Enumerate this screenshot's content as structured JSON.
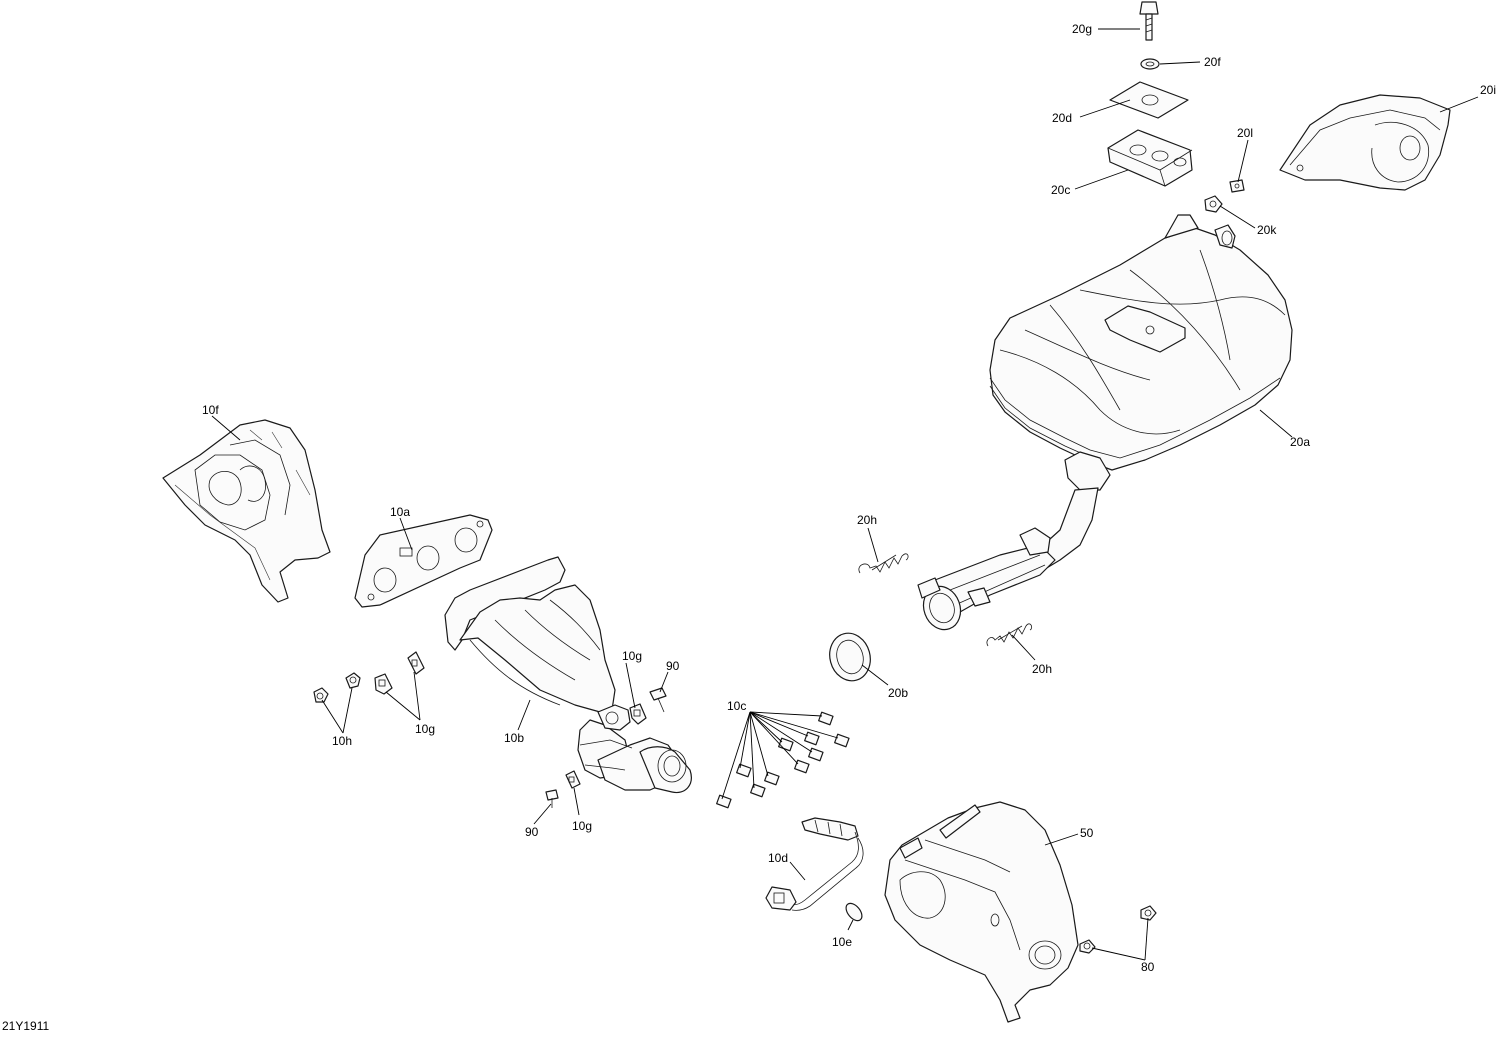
{
  "diagram_id": "21Y1911",
  "callouts": {
    "c10f": "10f",
    "c10a": "10a",
    "c10b": "10b",
    "c10c": "10c",
    "c10d": "10d",
    "c10e": "10e",
    "c10g_a": "10g",
    "c10g_b": "10g",
    "c10g_c": "10g",
    "c10h": "10h",
    "c90_a": "90",
    "c90_b": "90",
    "c20a": "20a",
    "c20b": "20b",
    "c20c": "20c",
    "c20d": "20d",
    "c20f": "20f",
    "c20g": "20g",
    "c20h_a": "20h",
    "c20h_b": "20h",
    "c20i": "20i",
    "c20k": "20k",
    "c20l": "20l",
    "c50": "50",
    "c80": "80"
  }
}
